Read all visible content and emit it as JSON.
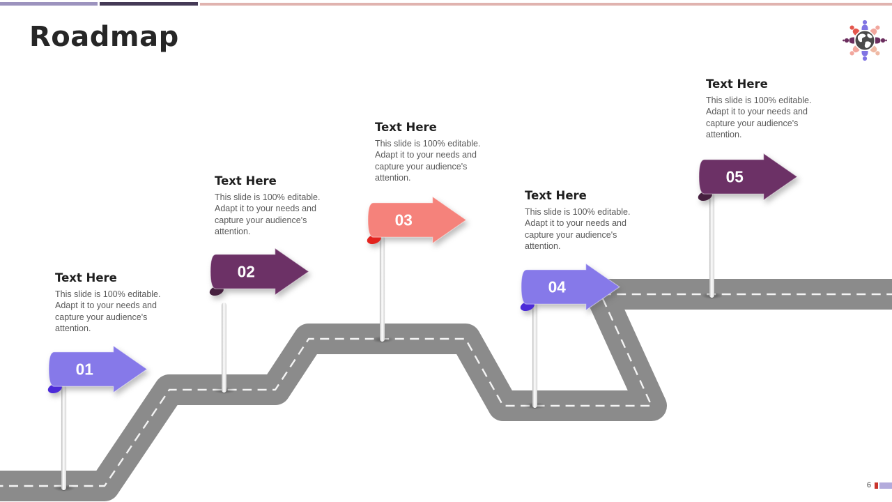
{
  "slide": {
    "title": "Roadmap"
  },
  "header_bar": {
    "segment1_color": "#9C93BE",
    "segment2_color": "#453A56",
    "segment3_color": "#E0B3AF"
  },
  "logo": {
    "icon": "globe-people-icon"
  },
  "road": {
    "color": "#8B8B8B",
    "dash_color": "#F4F4F4"
  },
  "milestones": [
    {
      "label": "01",
      "title": "Text Here",
      "body": "This slide is 100% editable. Adapt it to your needs and capture your audience's attention.",
      "sign_color": "#8679E9",
      "fold_color": "#4C2BD8"
    },
    {
      "label": "02",
      "title": "Text Here",
      "body": "This slide is 100% editable. Adapt it to your needs and capture your audience's attention.",
      "sign_color": "#6C3166",
      "fold_color": "#46203F"
    },
    {
      "label": "03",
      "title": "Text Here",
      "body": "This slide is 100% editable. Adapt it to your needs and capture your audience's attention.",
      "sign_color": "#F5827B",
      "fold_color": "#E3231E"
    },
    {
      "label": "04",
      "title": "Text Here",
      "body": "This slide is 100% editable. Adapt it to your needs and capture your audience's attention.",
      "sign_color": "#8679E9",
      "fold_color": "#4C2BD8"
    },
    {
      "label": "05",
      "title": "Text Here",
      "body": "This slide is 100% editable. Adapt it to your needs and capture your audience's attention.",
      "sign_color": "#6C3166",
      "fold_color": "#46203F"
    }
  ],
  "footer": {
    "page_number": "6",
    "marker_red_color": "#C9342C",
    "marker_purple_color": "#B3ABDC"
  }
}
